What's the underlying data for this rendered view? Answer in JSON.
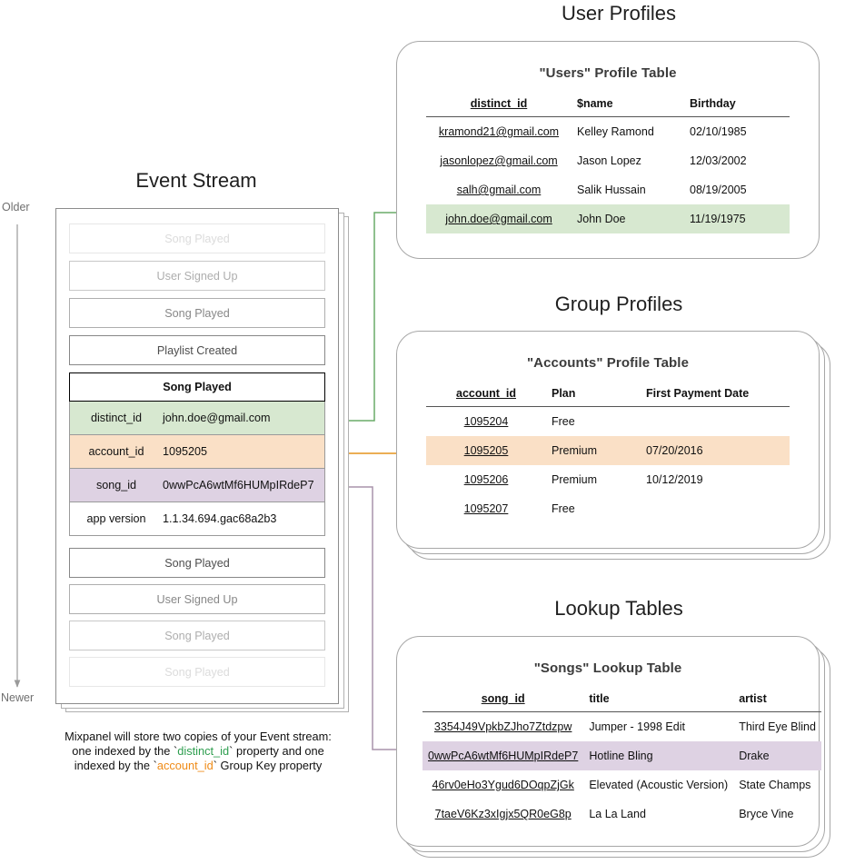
{
  "sections": {
    "event_stream_title": "Event Stream",
    "user_profiles_title": "User Profiles",
    "group_profiles_title": "Group Profiles",
    "lookup_tables_title": "Lookup Tables"
  },
  "time_axis": {
    "older_label": "Older",
    "newer_label": "Newer",
    "arrow_icon": "down-arrow-icon"
  },
  "event_stream": {
    "events_before": [
      {
        "name": "Song Played",
        "fade": "f20"
      },
      {
        "name": "User Signed Up",
        "fade": "f45"
      },
      {
        "name": "Song Played",
        "fade": "f60"
      },
      {
        "name": "Playlist Created",
        "fade": "f85"
      }
    ],
    "selected_event": {
      "name": "Song Played",
      "properties": [
        {
          "key": "distinct_id",
          "value": "john.doe@gmail.com",
          "highlight": "green"
        },
        {
          "key": "account_id",
          "value": "1095205",
          "highlight": "orange"
        },
        {
          "key": "song_id",
          "value": "0wwPcA6wtMf6HUMpIRdeP7",
          "highlight": "purple"
        },
        {
          "key": "app version",
          "value": "1.1.34.694.gac68a2b3",
          "highlight": "none"
        }
      ]
    },
    "events_after": [
      {
        "name": "Song Played",
        "fade": "f85"
      },
      {
        "name": "User Signed Up",
        "fade": "f60"
      },
      {
        "name": "Song Played",
        "fade": "f45"
      },
      {
        "name": "Song Played",
        "fade": "f20"
      }
    ]
  },
  "caption": {
    "line1": "Mixpanel will store two copies of your Event stream:",
    "line2_pre": "one indexed by the `",
    "line2_token": "distinct_id",
    "line2_post": "` property and one",
    "line3_pre": "indexed by the `",
    "line3_token": "account_id",
    "line3_post": "` Group Key property"
  },
  "users_table": {
    "title": "\"Users\" Profile Table",
    "headers": [
      "distinct_id",
      "$name",
      "Birthday"
    ],
    "rows": [
      {
        "cells": [
          "kramond21@gmail.com",
          "Kelley Ramond",
          "02/10/1985"
        ],
        "highlight": "none"
      },
      {
        "cells": [
          "jasonlopez@gmail.com",
          "Jason Lopez",
          "12/03/2002"
        ],
        "highlight": "none"
      },
      {
        "cells": [
          "salh@gmail.com",
          "Salik Hussain",
          "08/19/2005"
        ],
        "highlight": "none"
      },
      {
        "cells": [
          "john.doe@gmail.com",
          "John Doe",
          "11/19/1975"
        ],
        "highlight": "green"
      }
    ]
  },
  "accounts_table": {
    "title": "\"Accounts\" Profile Table",
    "headers": [
      "account_id",
      "Plan",
      "First Payment Date"
    ],
    "rows": [
      {
        "cells": [
          "1095204",
          "Free",
          ""
        ],
        "highlight": "none"
      },
      {
        "cells": [
          "1095205",
          "Premium",
          "07/20/2016"
        ],
        "highlight": "orange"
      },
      {
        "cells": [
          "1095206",
          "Premium",
          "10/12/2019"
        ],
        "highlight": "none"
      },
      {
        "cells": [
          "1095207",
          "Free",
          ""
        ],
        "highlight": "none"
      }
    ]
  },
  "songs_table": {
    "title": "\"Songs\" Lookup Table",
    "headers": [
      "song_id",
      "title",
      "artist"
    ],
    "rows": [
      {
        "cells": [
          "3354J49VpkbZJho7Ztdzpw",
          "Jumper - 1998 Edit",
          "Third Eye Blind"
        ],
        "highlight": "none"
      },
      {
        "cells": [
          "0wwPcA6wtMf6HUMpIRdeP7",
          "Hotline Bling",
          "Drake"
        ],
        "highlight": "purple"
      },
      {
        "cells": [
          "46rv0eHo3Ygud6DOqpZjGk",
          "Elevated (Acoustic Version)",
          "State Champs"
        ],
        "highlight": "none"
      },
      {
        "cells": [
          "7taeV6Kz3xIgjx5QR0eG8p",
          "La La Land",
          "Bryce Vine"
        ],
        "highlight": "none"
      }
    ]
  },
  "colors": {
    "green_highlight": "#d7e8d0",
    "orange_highlight": "#fae0c6",
    "purple_highlight": "#ded2e3",
    "green_link": "#6aab68",
    "orange_link": "#e8a33d",
    "purple_link": "#a893ab",
    "panel_border": "#a7a7a7",
    "token_green": "#2e9e4f",
    "token_orange": "#ef8b17"
  }
}
